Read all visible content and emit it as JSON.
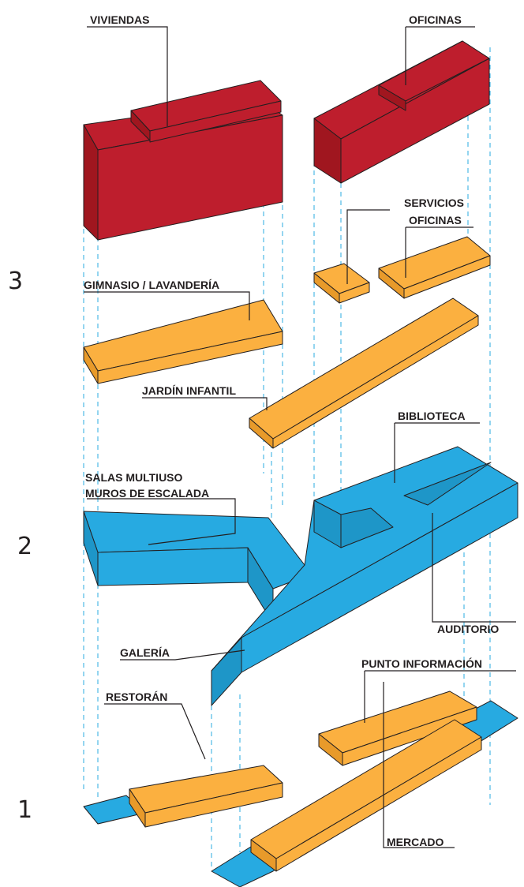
{
  "levels": [
    "1",
    "2",
    "3"
  ],
  "labels": {
    "viviendas": "VIVIENDAS",
    "oficinas": "OFICINAS",
    "servicios_line1": "SERVICIOS",
    "servicios_line2": "OFICINAS",
    "gimnasio": "GIMNASIO / LAVANDERÍA",
    "jardin": "JARDÍN INFANTIL",
    "biblioteca": "BIBLIOTECA",
    "salas_line1": "SALAS MULTIUSO",
    "salas_line2": "MUROS DE ESCALADA",
    "auditorio": "AUDITORIO",
    "galeria": "GALERÍA",
    "punto": "PUNTO INFORMACIÓN",
    "restoran": "RESTORÁN",
    "mercado": "MERCADO"
  },
  "colors": {
    "housing_red": "#be1e2d",
    "services_orange": "#fbb040",
    "public_blue": "#27aae1",
    "projection_dash": "#29abe2"
  }
}
